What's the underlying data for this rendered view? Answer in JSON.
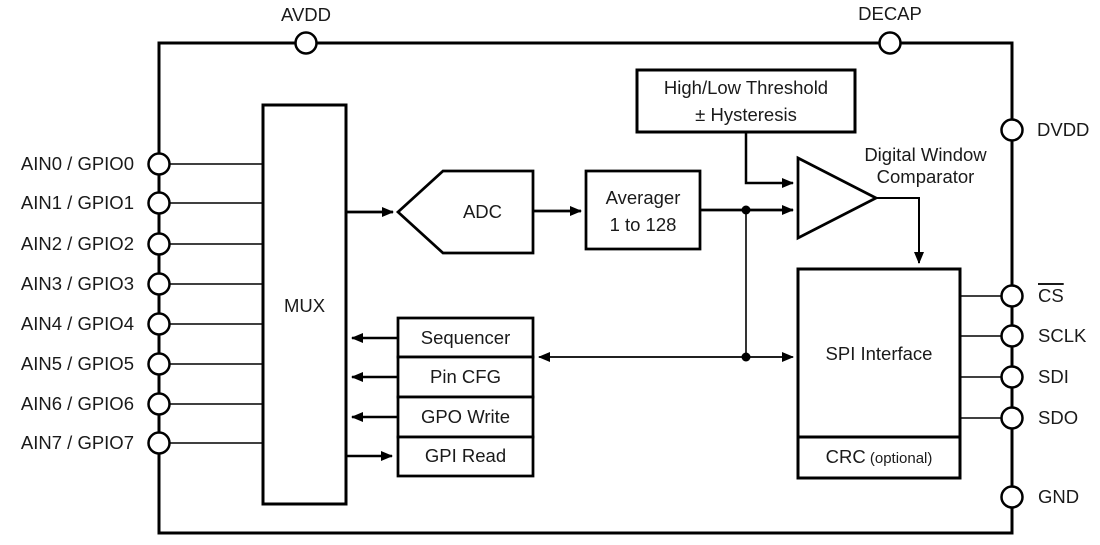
{
  "pins": {
    "top": [
      {
        "label": "AVDD"
      },
      {
        "label": "DECAP"
      }
    ],
    "right": [
      {
        "label": "DVDD"
      },
      {
        "label": "CS"
      },
      {
        "label": "SCLK"
      },
      {
        "label": "SDI"
      },
      {
        "label": "SDO"
      },
      {
        "label": "GND"
      }
    ],
    "left": [
      {
        "label": "AIN0 / GPIO0"
      },
      {
        "label": "AIN1 / GPIO1"
      },
      {
        "label": "AIN2 / GPIO2"
      },
      {
        "label": "AIN3 / GPIO3"
      },
      {
        "label": "AIN4 / GPIO4"
      },
      {
        "label": "AIN5 / GPIO5"
      },
      {
        "label": "AIN6 / GPIO6"
      },
      {
        "label": "AIN7 / GPIO7"
      }
    ]
  },
  "blocks": {
    "mux": {
      "label": "MUX"
    },
    "adc": {
      "label": "ADC"
    },
    "averager": {
      "line1": "Averager",
      "line2": "1 to 128"
    },
    "threshold": {
      "line1": "High/Low Threshold",
      "line2": "± Hysteresis"
    },
    "comparator": {
      "line1": "Digital Window",
      "line2": "Comparator"
    },
    "spi": {
      "label": "SPI Interface"
    },
    "crc": {
      "main": "CRC",
      "suffix": " (optional)"
    },
    "stack": [
      {
        "label": "Sequencer"
      },
      {
        "label": "Pin CFG"
      },
      {
        "label": "GPO Write"
      },
      {
        "label": "GPI Read"
      }
    ]
  },
  "colors": {
    "line": "#000000",
    "text": "#1a1a1a",
    "background": "#ffffff"
  }
}
